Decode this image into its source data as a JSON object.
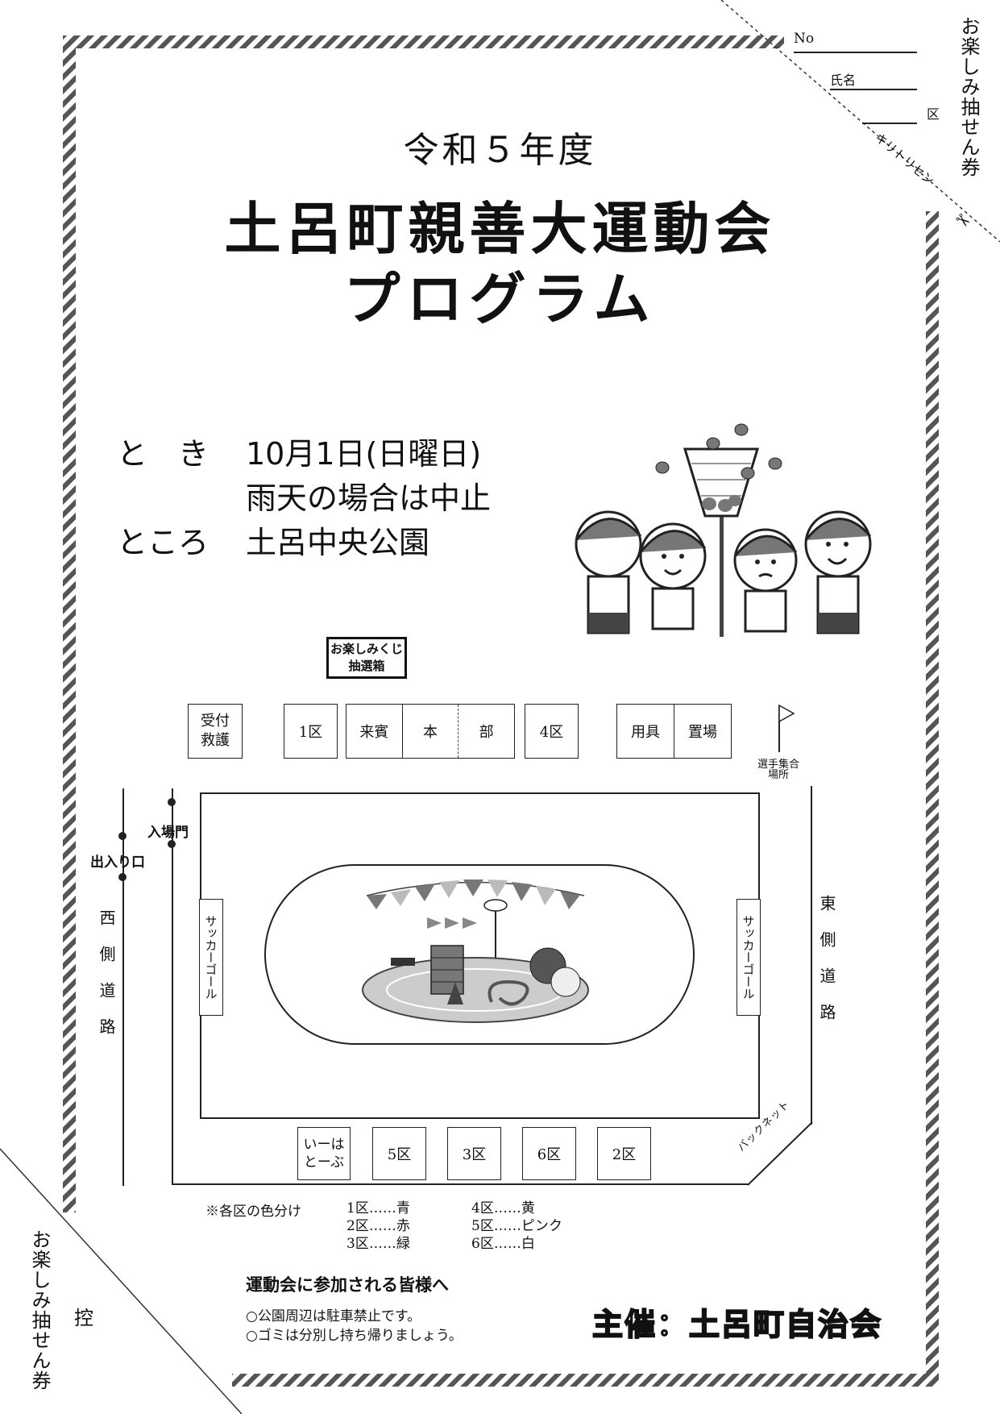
{
  "header": {
    "year": "令和５年度",
    "title": "土呂町親善大運動会",
    "subtitle": "プログラム"
  },
  "info": {
    "when_label": "と　き",
    "when_value": "10月1日(日曜日)",
    "rain_note": "雨天の場合は中止",
    "where_label": "ところ",
    "where_value": "土呂中央公園"
  },
  "ticket": {
    "no_label": "No",
    "name_label": "氏名",
    "district_label": "区",
    "title": "お楽しみ抽せん券",
    "cut_line": "キリトリセン",
    "stub_title": "お楽しみ抽せん券",
    "stub_label": "控"
  },
  "map": {
    "lottery_box": [
      "お楽しみくじ",
      "抽選箱"
    ],
    "reception": [
      "受付",
      "救護"
    ],
    "district1": "1区",
    "guest": "来賓",
    "honbu_1": "本",
    "honbu_2": "部",
    "district4": "4区",
    "equip_1": "用具",
    "equip_2": "置場",
    "assembly": "選手集合場所",
    "gate": "入場門",
    "entrance": "出入り口",
    "west_road": "西側道路",
    "east_road": "東側道路",
    "soccer_goal_left": "サッカーゴール",
    "soccer_goal_right": "サッカーゴール",
    "backnet": "バックネット",
    "bottom_tents": [
      [
        "いーは",
        "とーぶ"
      ],
      "5区",
      "3区",
      "6区",
      "2区"
    ]
  },
  "colors": {
    "heading": "※各区の色分け",
    "col1": [
      "1区……青",
      "2区……赤",
      "3区……緑"
    ],
    "col2": [
      "4区……黄",
      "5区……ピンク",
      "6区……白"
    ]
  },
  "notice": {
    "heading": "運動会に参加される皆様へ",
    "items": [
      "○公園周辺は駐車禁止です。",
      "○ゴミは分別し持ち帰りましょう。"
    ]
  },
  "organizer": "主催：土呂町自治会"
}
